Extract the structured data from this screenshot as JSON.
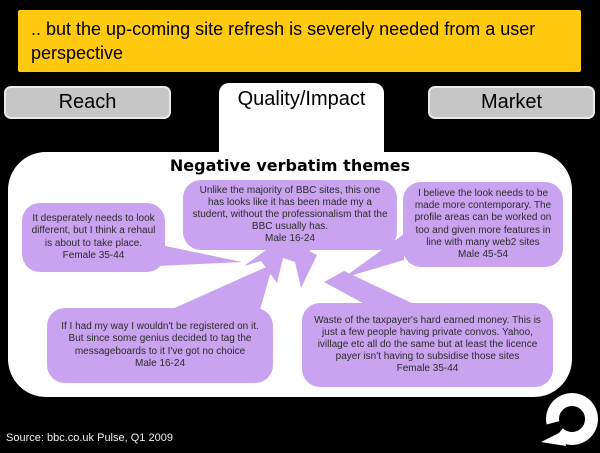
{
  "header": {
    "title": ".. but the up-coming site refresh is severely needed from a user perspective"
  },
  "tabs": [
    {
      "label": "Reach",
      "active": false
    },
    {
      "label": "Quality/Impact",
      "active": true
    },
    {
      "label": "Market",
      "active": false
    }
  ],
  "panel": {
    "title": "Negative verbatim themes",
    "bubbles": [
      {
        "position": "left",
        "quote": "It desperately needs to look different, but I think a rehaul is about to take place.",
        "attribution": "Female 35-44"
      },
      {
        "position": "top-center",
        "quote": "Unlike the majority of BBC sites, this one has looks like it has been made my a student, without the professionalism that the BBC usually has.",
        "attribution": "Male 16-24"
      },
      {
        "position": "right",
        "quote": "I believe the look needs to be made more contemporary. The profile areas can be worked on too and given more features in line with many web2 sites",
        "attribution": "Male 45-54"
      },
      {
        "position": "bottom-left",
        "quote": "If I had my way I wouldn't be registered on it. But since some genius decided to tag the messageboards to it I've got no choice",
        "attribution": "Male 16-24"
      },
      {
        "position": "bottom-right",
        "quote": "Waste of the taxpayer's hard earned money. This is just a few people having private convos. Yahoo, ivillage etc all do the same but at least the licence payer isn't having to subsidise those sites",
        "attribution": "Female 35-44"
      }
    ]
  },
  "footer": {
    "source": "Source: bbc.co.uk Pulse, Q1 2009"
  },
  "icons": {
    "logo": "speech-bubble-logo"
  },
  "colors": {
    "page_bg": "#000000",
    "banner_bg": "#ffc90e",
    "tab_inactive_bg": "#c6c6c6",
    "panel_bg": "#ffffff",
    "bubble": "#c9a3ef"
  }
}
